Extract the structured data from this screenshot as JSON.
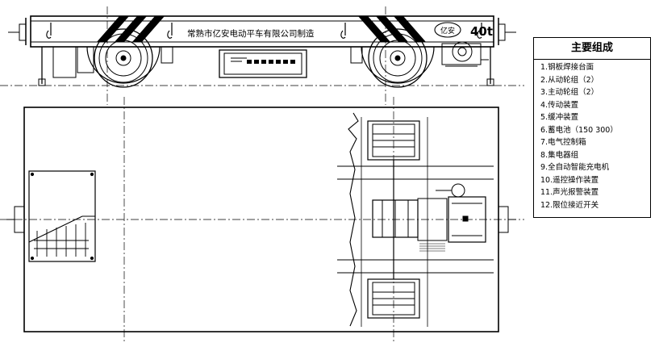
{
  "title_plate": "常熟市亿安电动平车有限公司制造",
  "capacity": "40t",
  "badge": "亿安",
  "legend": {
    "title": "主要组成",
    "items": [
      "1.钢板焊接台面",
      "2.从动轮组（2）",
      "3.主动轮组（2）",
      "4.传动装置",
      "5.缓冲装置",
      "6.蓄电池（150 300）",
      "7.电气控制箱",
      "8.集电器组",
      "9.全自动智能充电机",
      "10.遥控操作装置",
      "11.声光报警装置",
      "12.限位接近开关"
    ]
  }
}
